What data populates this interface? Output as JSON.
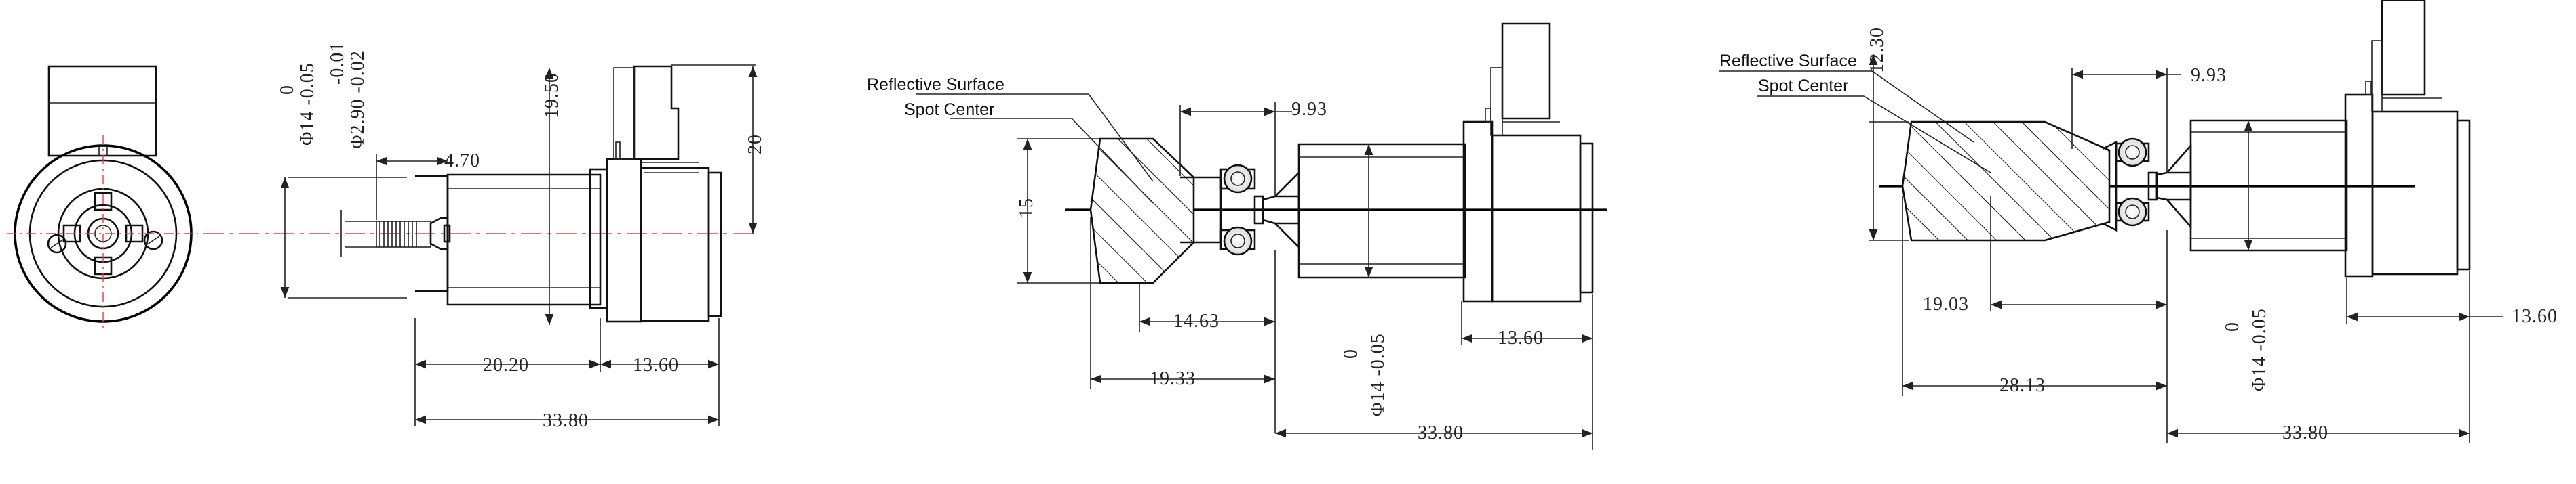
{
  "view1": {
    "dims": {
      "dia14_top": "0",
      "dia14_bottom": "Φ14 -0.05",
      "dia2_top": "-0.01",
      "dia2_bottom": "Φ2.90 -0.02",
      "d470": "4.70",
      "d1950": "19.50",
      "d20": "20",
      "d2020": "20.20",
      "d1360": "13.60",
      "d3380": "33.80"
    }
  },
  "view2": {
    "labels": {
      "reflective": "Reflective Surface",
      "spot": "Spot Center"
    },
    "dims": {
      "d993": "9.93",
      "d15": "15",
      "d1463": "14.63",
      "d1933": "19.33",
      "dia_top": "0",
      "dia_bottom": "Φ14 -0.05",
      "d1360": "13.60",
      "d3380": "33.80"
    }
  },
  "view3": {
    "labels": {
      "reflective": "Reflective Surface",
      "spot": "Spot Center"
    },
    "dims": {
      "d1230": "12.30",
      "d993": "9.93",
      "d1903": "19.03",
      "d2813": "28.13",
      "dia_top": "0",
      "dia_bottom": "Φ14 -0.05",
      "d1360": "13.60",
      "d3380": "33.80"
    }
  }
}
